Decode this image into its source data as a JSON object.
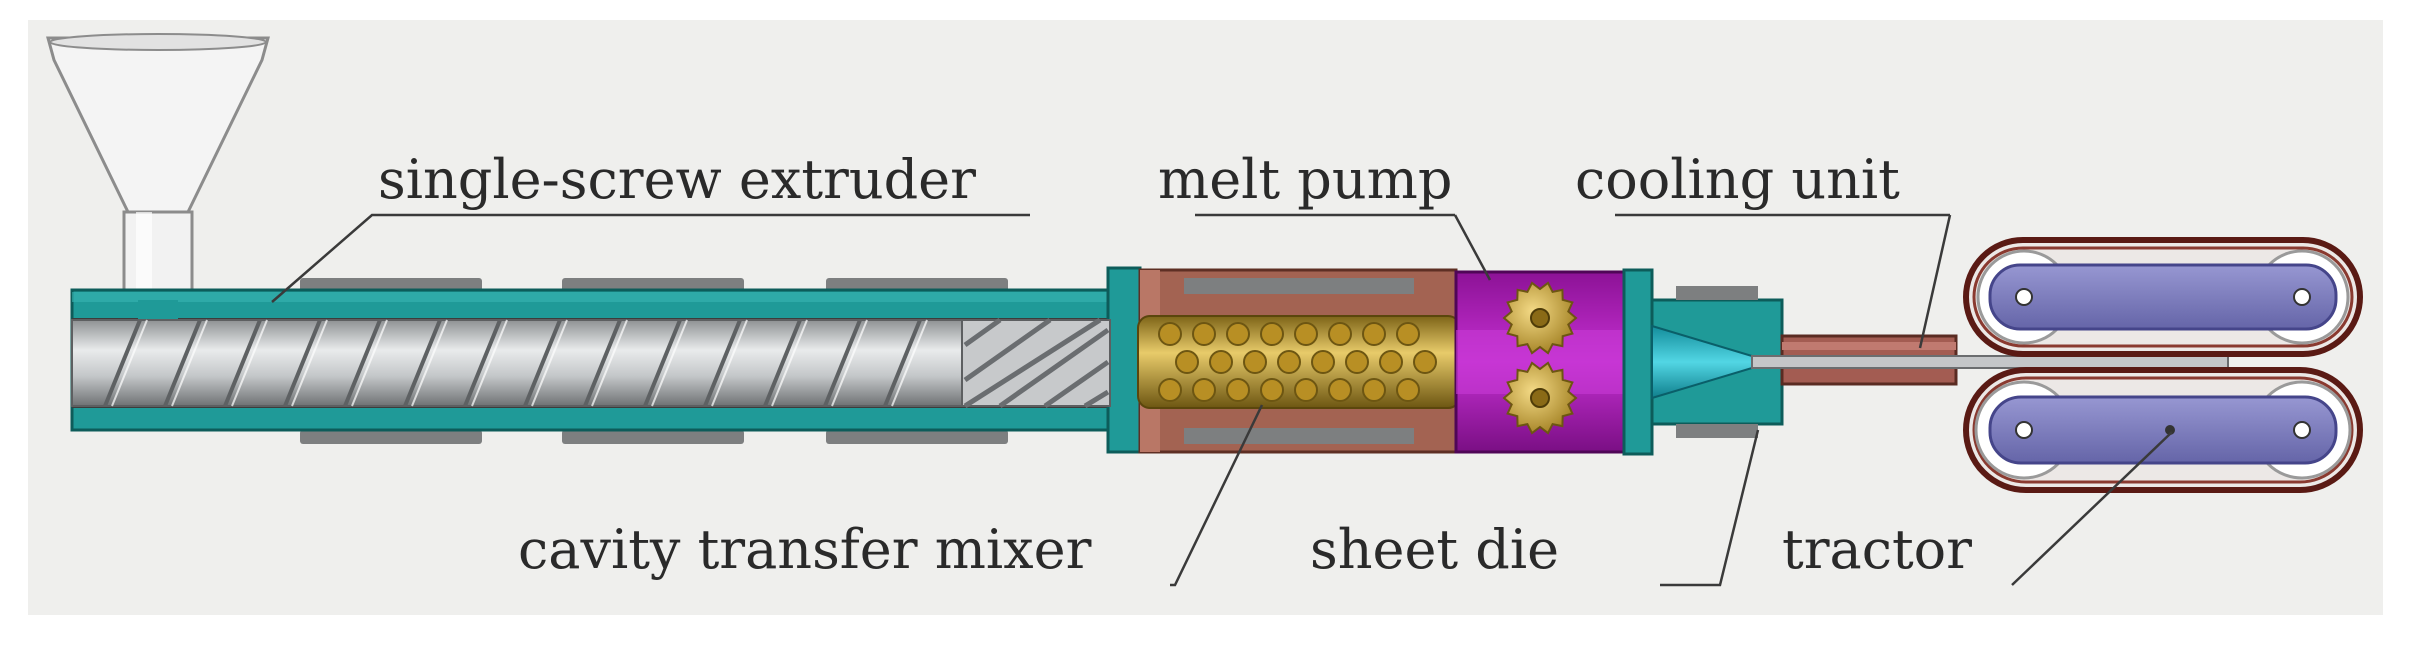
{
  "diagram": {
    "labels": {
      "extruder": "single-screw extruder",
      "melt_pump": "melt pump",
      "cooling_unit": "cooling unit",
      "mixer": "cavity transfer mixer",
      "sheet_die": "sheet die",
      "tractor": "tractor"
    },
    "colors": {
      "background": "#efefed",
      "barrel": "#1f9a98",
      "heater": "#7d7f80",
      "screw": "#b9bcbe",
      "mixer_housing": "#a36352",
      "mixer_rotor": "#c9a640",
      "pump": "#b01cbc",
      "gear": "#d2a93a",
      "die": "#26b3c4",
      "cooling": "#a35c52",
      "tractor_arm": "#7f7fbe",
      "belt": "#5a1a14"
    }
  }
}
